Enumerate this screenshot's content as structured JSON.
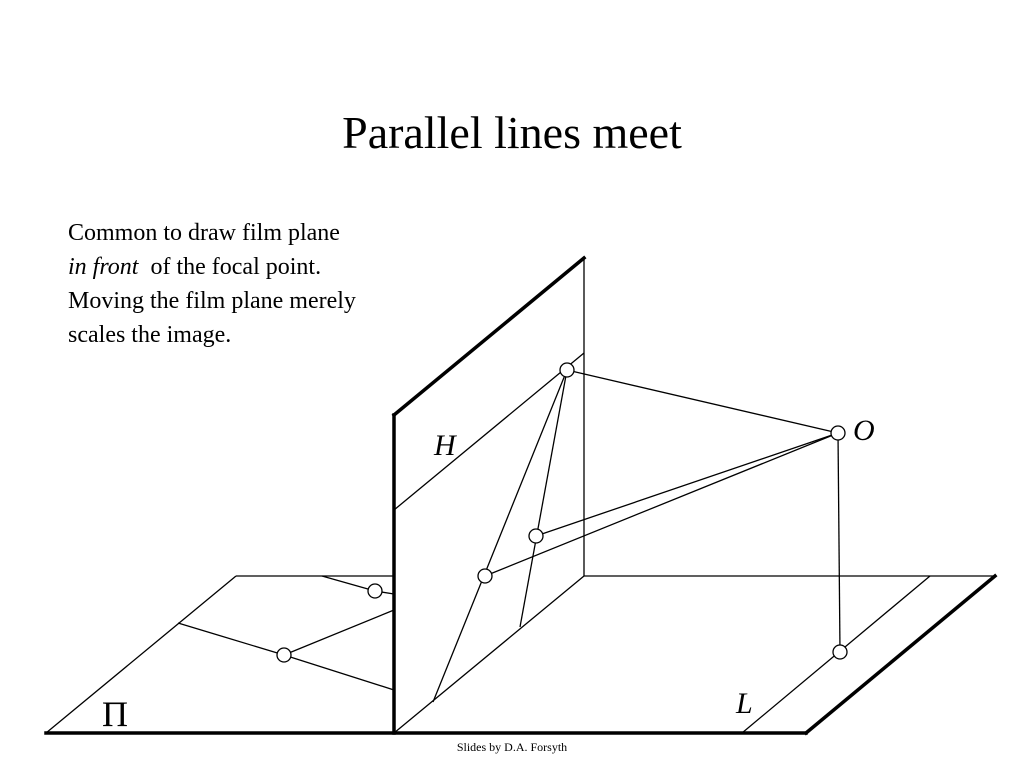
{
  "slide": {
    "title": "Parallel lines meet",
    "body": {
      "line1": "Common to draw film plane",
      "line2_italic": "in front",
      "line2_rest": "  of the focal point.",
      "line3": "Moving the film plane merely",
      "line4": "scales the image."
    },
    "footer": "Slides by D.A. Forsyth"
  },
  "diagram": {
    "labels": {
      "image_plane": "H",
      "center": "O",
      "ground_plane": "Π",
      "line": "L"
    }
  }
}
